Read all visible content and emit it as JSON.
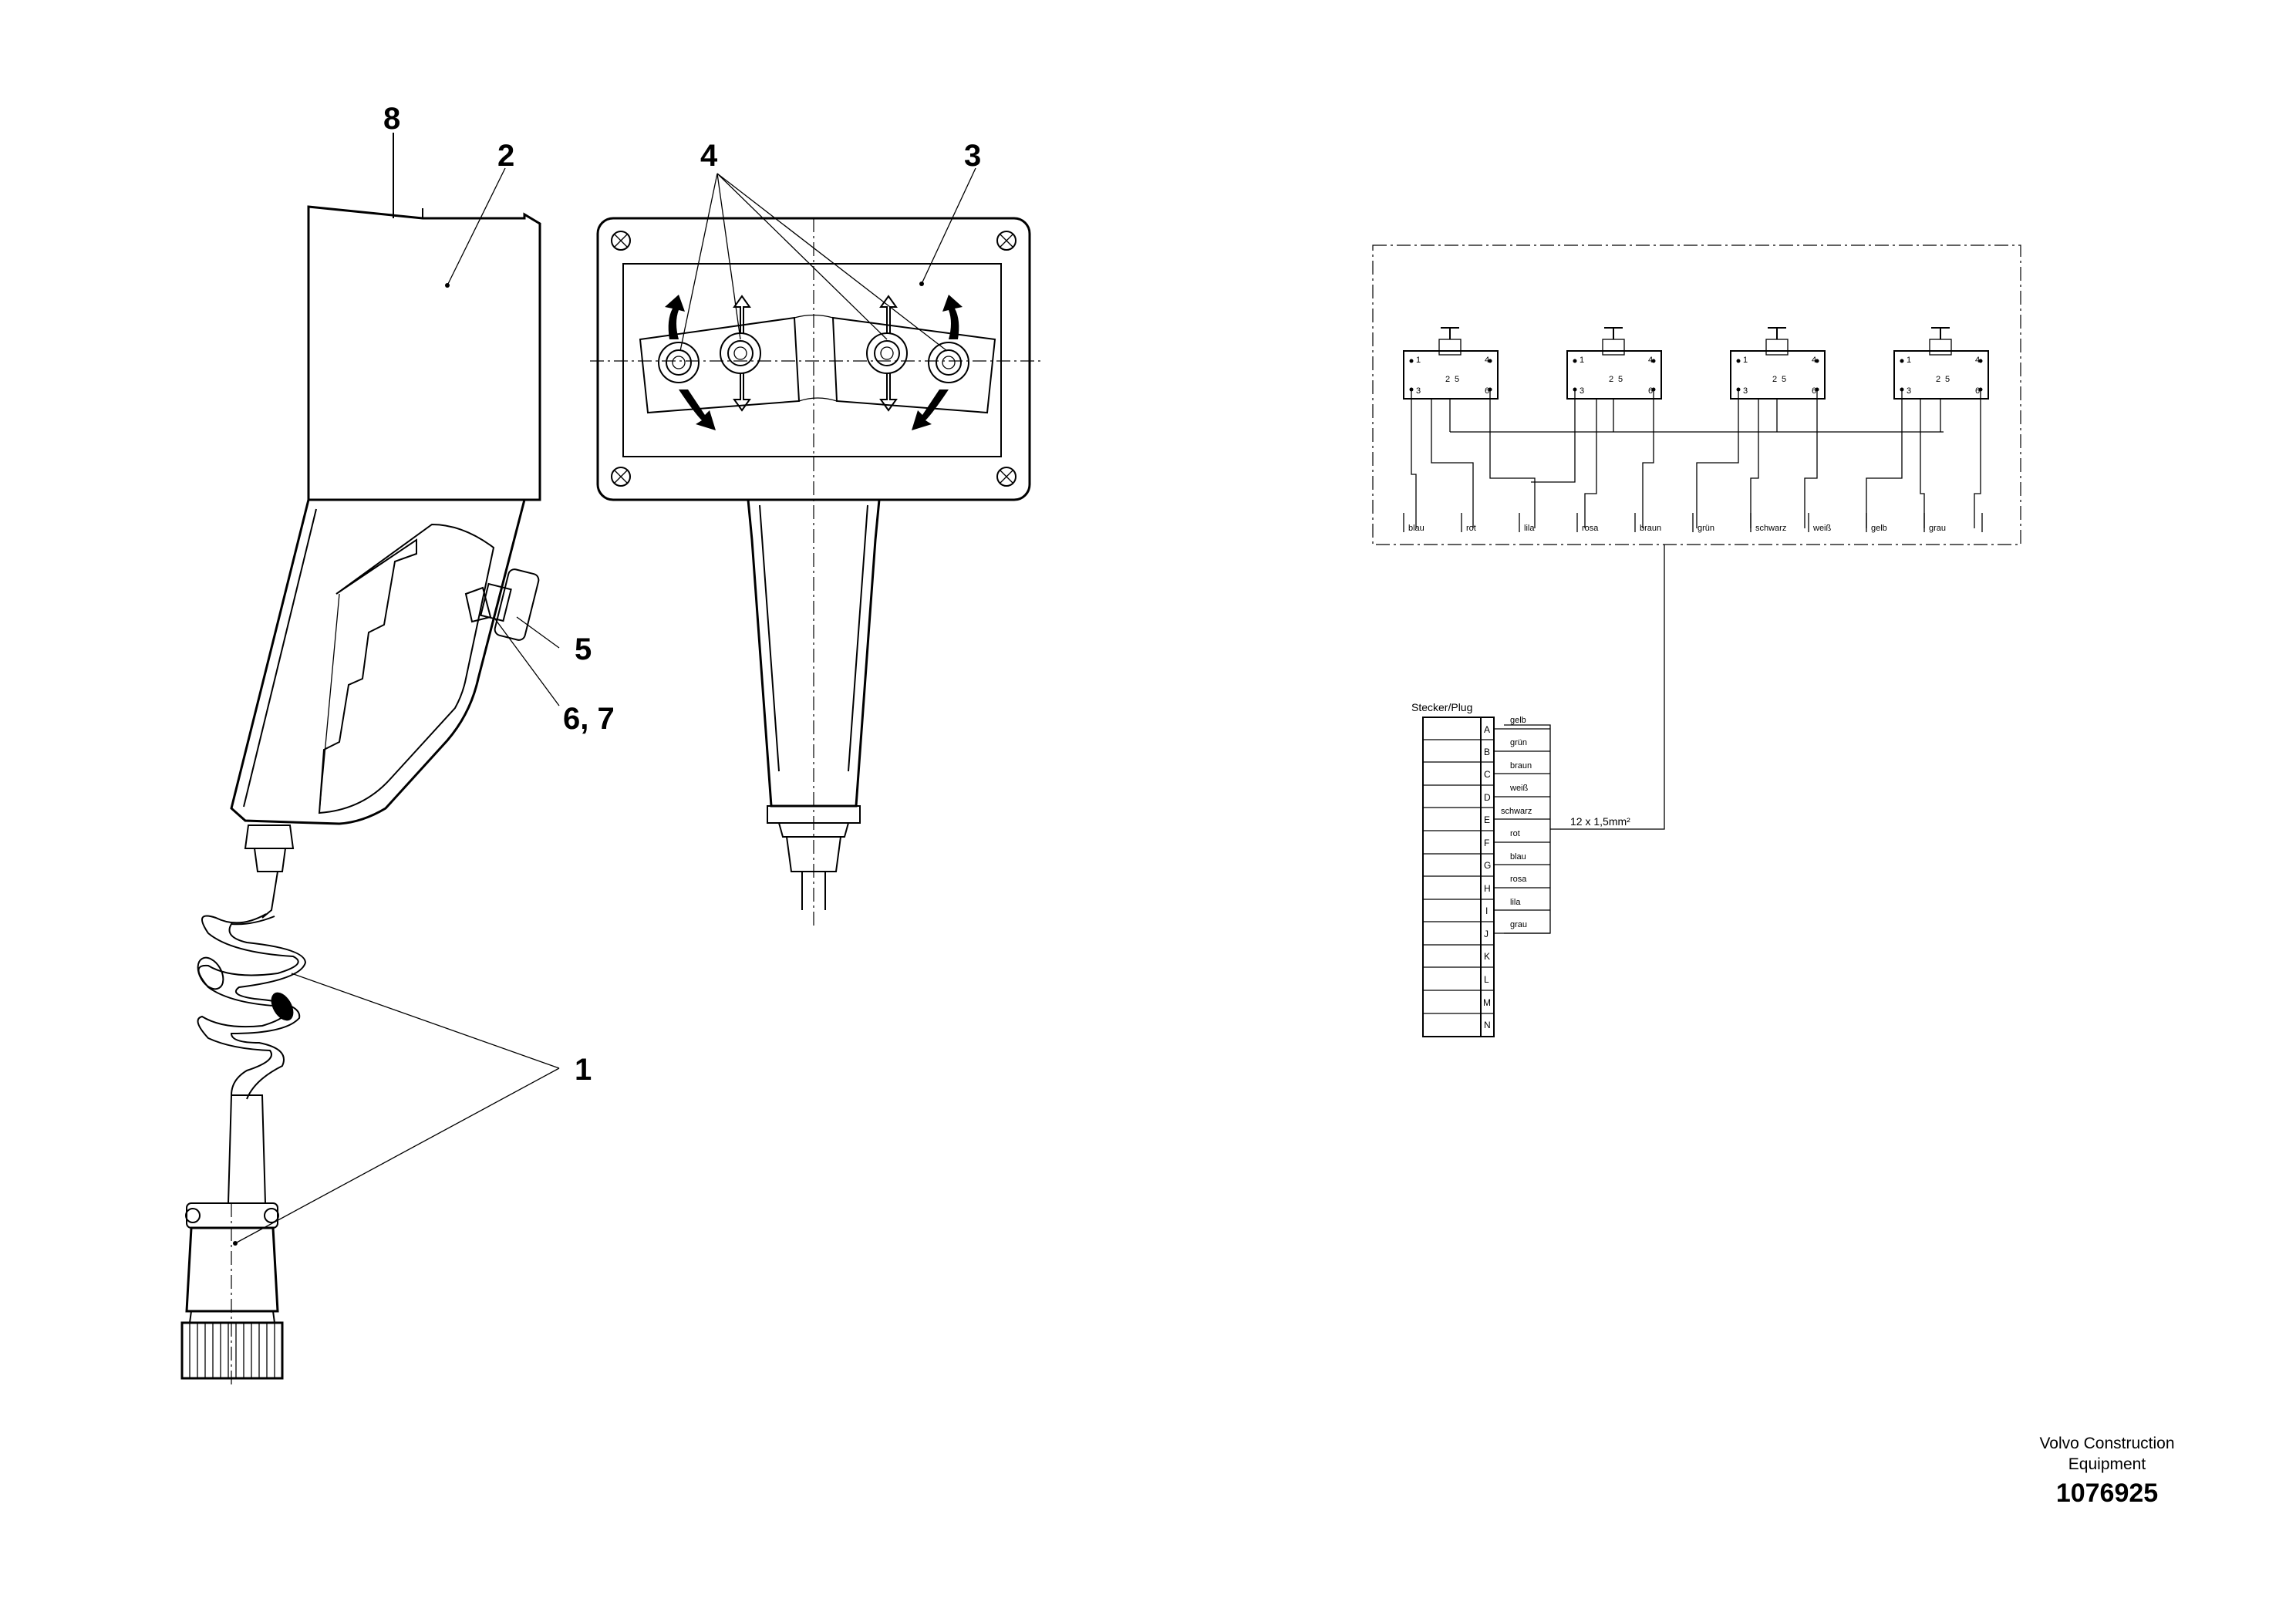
{
  "callouts": {
    "c8": "8",
    "c2": "2",
    "c4": "4",
    "c3": "3",
    "c5": "5",
    "c67": "6, 7",
    "c1": "1"
  },
  "schematic": {
    "wire_labels": [
      "blau",
      "rot",
      "lila",
      "rosa",
      "braun",
      "grün",
      "schwarz",
      "weiß",
      "gelb",
      "grau"
    ],
    "switch_contacts": [
      "1",
      "4",
      "2",
      "5",
      "3",
      "6"
    ]
  },
  "plug": {
    "title": "Stecker/Plug",
    "pins": [
      "A",
      "B",
      "C",
      "D",
      "E",
      "F",
      "G",
      "H",
      "I",
      "J",
      "K",
      "L",
      "M",
      "N"
    ],
    "pin_colors": [
      "gelb",
      "grün",
      "braun",
      "weiß",
      "schwarz",
      "rot",
      "blau",
      "rosa",
      "lila",
      "grau"
    ],
    "cable_label": "12 x 1,5mm²"
  },
  "footer": {
    "company_line1": "Volvo Construction",
    "company_line2": "Equipment",
    "part_number": "1076925"
  }
}
